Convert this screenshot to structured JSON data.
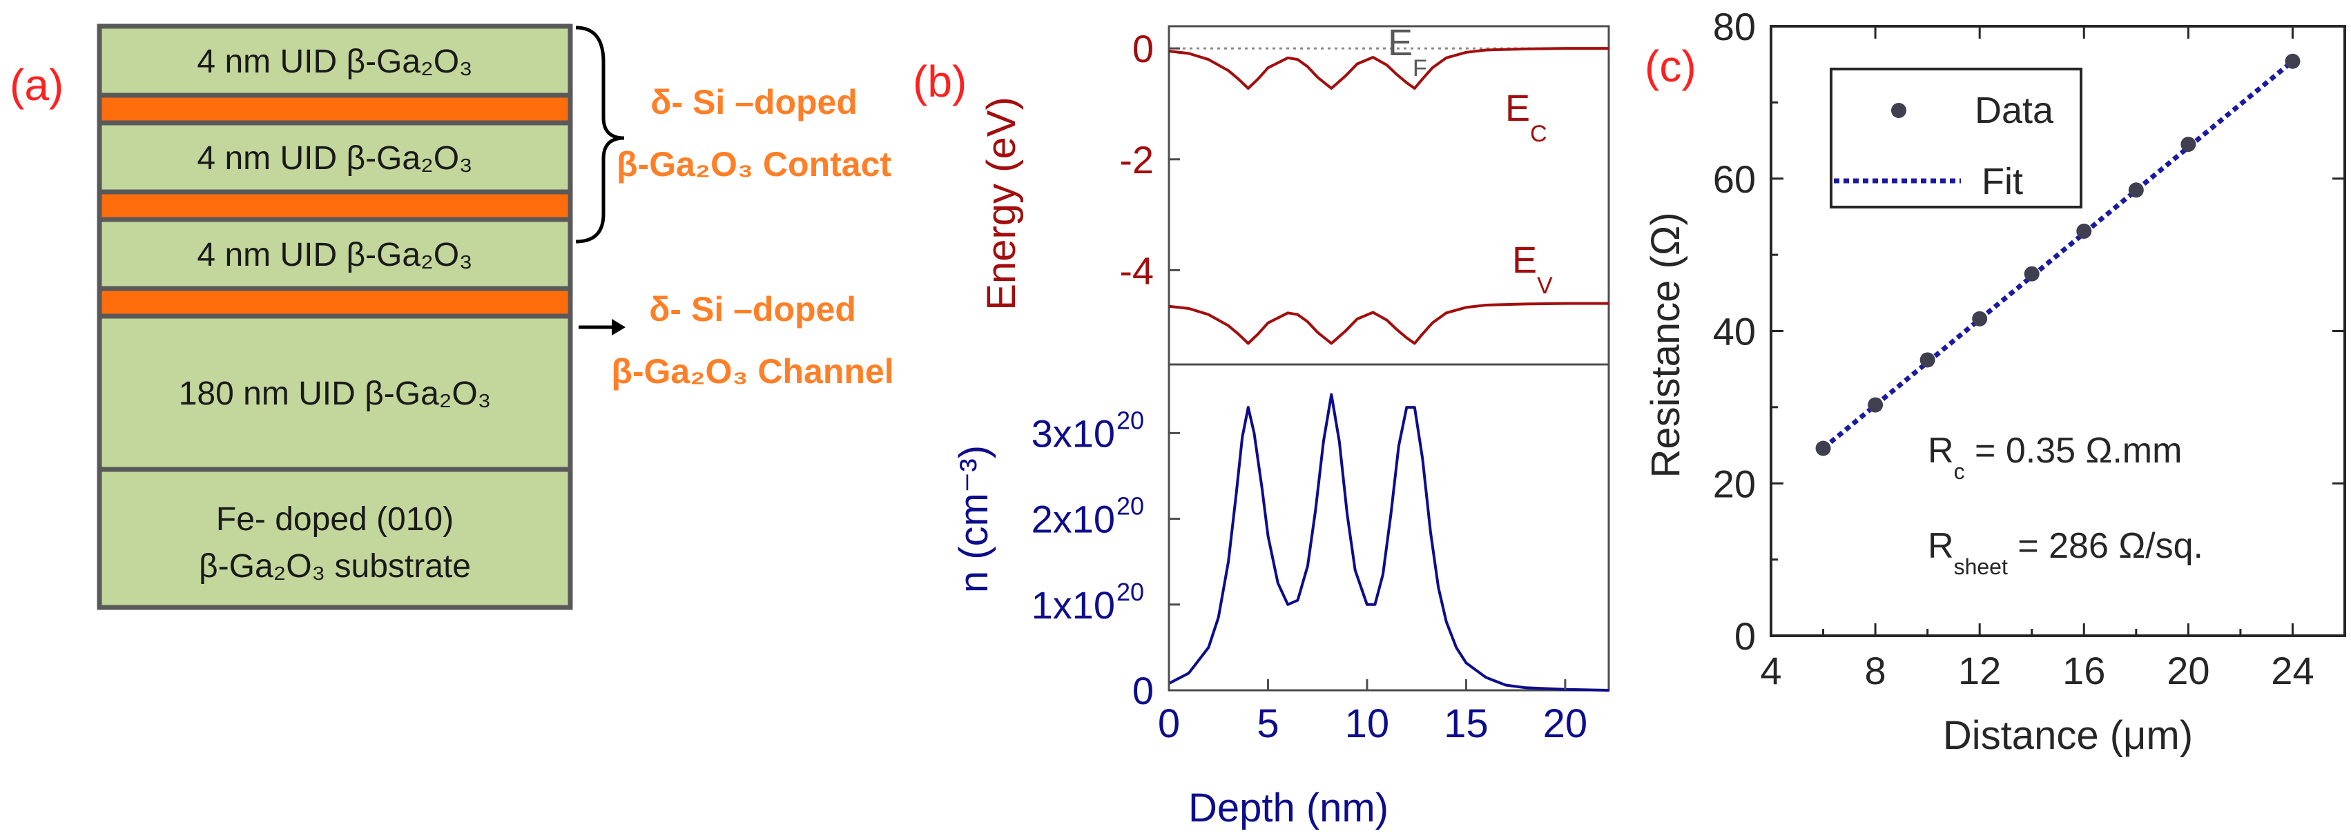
{
  "colors": {
    "layer_fill": "#c3d69b",
    "layer_border": "#595959",
    "doping_fill": "#ff6d0d",
    "callout": "#ff7f27",
    "panel_label": "#ff2020",
    "band": "#a30d0d",
    "carrier": "#0d0d8c",
    "fit_line": "#1a1aa0",
    "data_point": "#3f3f4f",
    "text": "#262626"
  },
  "panel_a": {
    "label": "(a)",
    "layers": [
      {
        "kind": "text",
        "label": "4 nm UID β-Ga₂O₃"
      },
      {
        "kind": "doping"
      },
      {
        "kind": "text",
        "label": "4 nm UID β-Ga₂O₃"
      },
      {
        "kind": "doping"
      },
      {
        "kind": "text",
        "label": "4 nm UID β-Ga₂O₃"
      },
      {
        "kind": "doping"
      },
      {
        "kind": "text",
        "label": "180 nm UID β-Ga₂O₃"
      },
      {
        "kind": "text",
        "label": "Fe- doped (010)",
        "label2": "β-Ga₂O₃  substrate"
      }
    ],
    "contact_label_line1": "δ- Si –doped",
    "contact_label_line2": "β-Ga₂O₃ Contact",
    "channel_label_line1": "δ- Si –doped",
    "channel_label_line2": "β-Ga₂O₃ Channel"
  },
  "panel_b": {
    "label": "(b)",
    "x_axis_title": "Depth (nm)",
    "energy_axis_title": "Energy (eV)",
    "density_axis_title": "n (cm⁻³)",
    "ef_label": "E",
    "ef_sub": "F",
    "ec_label": "E",
    "ec_sub": "C",
    "ev_label": "E",
    "ev_sub": "V",
    "chart_data": {
      "type": "line",
      "x_ticks": [
        "0",
        "5",
        "10",
        "15",
        "20"
      ],
      "energy_ticks": [
        "0",
        "-2",
        "-4"
      ],
      "density_ticks": [
        "0",
        "1x10",
        "2x10",
        "3x10"
      ],
      "density_tick_exp": "20",
      "xlim": [
        0,
        22.2
      ],
      "energy_ylim": [
        -5.7,
        0.4
      ],
      "density_ylim": [
        0,
        3.8
      ],
      "delta_positions_nm": [
        4,
        8.2,
        12.4
      ],
      "fermi_level_eV": 0,
      "Ec": {
        "depth_nm": [
          0,
          1,
          2,
          3,
          3.5,
          4,
          4.5,
          5,
          6,
          6.5,
          7,
          7.5,
          8.2,
          8.9,
          9.5,
          10.3,
          11,
          11.5,
          12,
          12.4,
          12.8,
          13.3,
          14,
          15,
          16,
          18,
          20,
          22.2
        ],
        "energy_eV": [
          -0.05,
          -0.09,
          -0.2,
          -0.4,
          -0.55,
          -0.72,
          -0.55,
          -0.35,
          -0.17,
          -0.2,
          -0.33,
          -0.52,
          -0.72,
          -0.5,
          -0.28,
          -0.16,
          -0.3,
          -0.47,
          -0.62,
          -0.72,
          -0.55,
          -0.35,
          -0.17,
          -0.07,
          -0.03,
          -0.01,
          0,
          0
        ]
      },
      "Ev": {
        "depth_nm": [
          0,
          1,
          2,
          3,
          3.5,
          4,
          4.5,
          5,
          6,
          6.5,
          7,
          7.5,
          8.2,
          8.9,
          9.5,
          10.3,
          11,
          11.5,
          12,
          12.4,
          12.8,
          13.3,
          14,
          15,
          16,
          18,
          20,
          22.2
        ],
        "energy_eV": [
          -4.65,
          -4.69,
          -4.8,
          -5.0,
          -5.15,
          -5.32,
          -5.15,
          -4.95,
          -4.77,
          -4.8,
          -4.93,
          -5.12,
          -5.32,
          -5.1,
          -4.88,
          -4.76,
          -4.9,
          -5.07,
          -5.22,
          -5.32,
          -5.15,
          -4.95,
          -4.77,
          -4.67,
          -4.63,
          -4.61,
          -4.6,
          -4.6
        ]
      },
      "n": {
        "depth_nm": [
          0,
          1,
          2,
          2.5,
          3,
          3.4,
          3.7,
          4,
          4.3,
          4.7,
          5,
          5.5,
          6,
          6.5,
          7,
          7.4,
          7.8,
          8.2,
          8.6,
          9,
          9.4,
          10,
          10.4,
          10.8,
          11.2,
          11.6,
          12,
          12.4,
          12.8,
          13.2,
          13.6,
          14,
          14.5,
          15,
          16,
          17,
          18,
          20,
          22.2
        ],
        "density_1e20": [
          0.08,
          0.2,
          0.5,
          0.85,
          1.5,
          2.3,
          2.95,
          3.3,
          3.0,
          2.35,
          1.8,
          1.25,
          1.0,
          1.05,
          1.45,
          2.1,
          2.9,
          3.45,
          2.9,
          2.05,
          1.4,
          1.0,
          1.0,
          1.35,
          2.05,
          2.85,
          3.3,
          3.3,
          2.7,
          1.85,
          1.2,
          0.8,
          0.5,
          0.32,
          0.15,
          0.06,
          0.03,
          0.01,
          0
        ]
      }
    }
  },
  "panel_c": {
    "label": "(c)",
    "chart_data": {
      "type": "scatter",
      "xlabel": "Distance (μm)",
      "ylabel": "Resistance (Ω)",
      "xlim": [
        4,
        26
      ],
      "ylim": [
        0,
        80
      ],
      "x_ticks": [
        "4",
        "8",
        "12",
        "16",
        "20",
        "24"
      ],
      "y_ticks": [
        "0",
        "20",
        "40",
        "60",
        "80"
      ],
      "x": [
        6,
        8,
        10,
        12,
        14,
        16,
        18,
        20,
        24
      ],
      "y": [
        24.6,
        30.3,
        36.2,
        41.6,
        47.5,
        53.1,
        58.5,
        64.5,
        75.4
      ],
      "fit": {
        "x": [
          6,
          24
        ],
        "y": [
          24.6,
          75.4
        ]
      },
      "legend": [
        "Data",
        "Fit"
      ],
      "legend_position": "top-left",
      "annotation_rc_main": "R",
      "annotation_rc_sub": "c",
      "annotation_rc_value": " = 0.35 Ω.mm",
      "annotation_rsheet_main": "R",
      "annotation_rsheet_sub": "sheet",
      "annotation_rsheet_value": " = 286 Ω/sq."
    }
  }
}
